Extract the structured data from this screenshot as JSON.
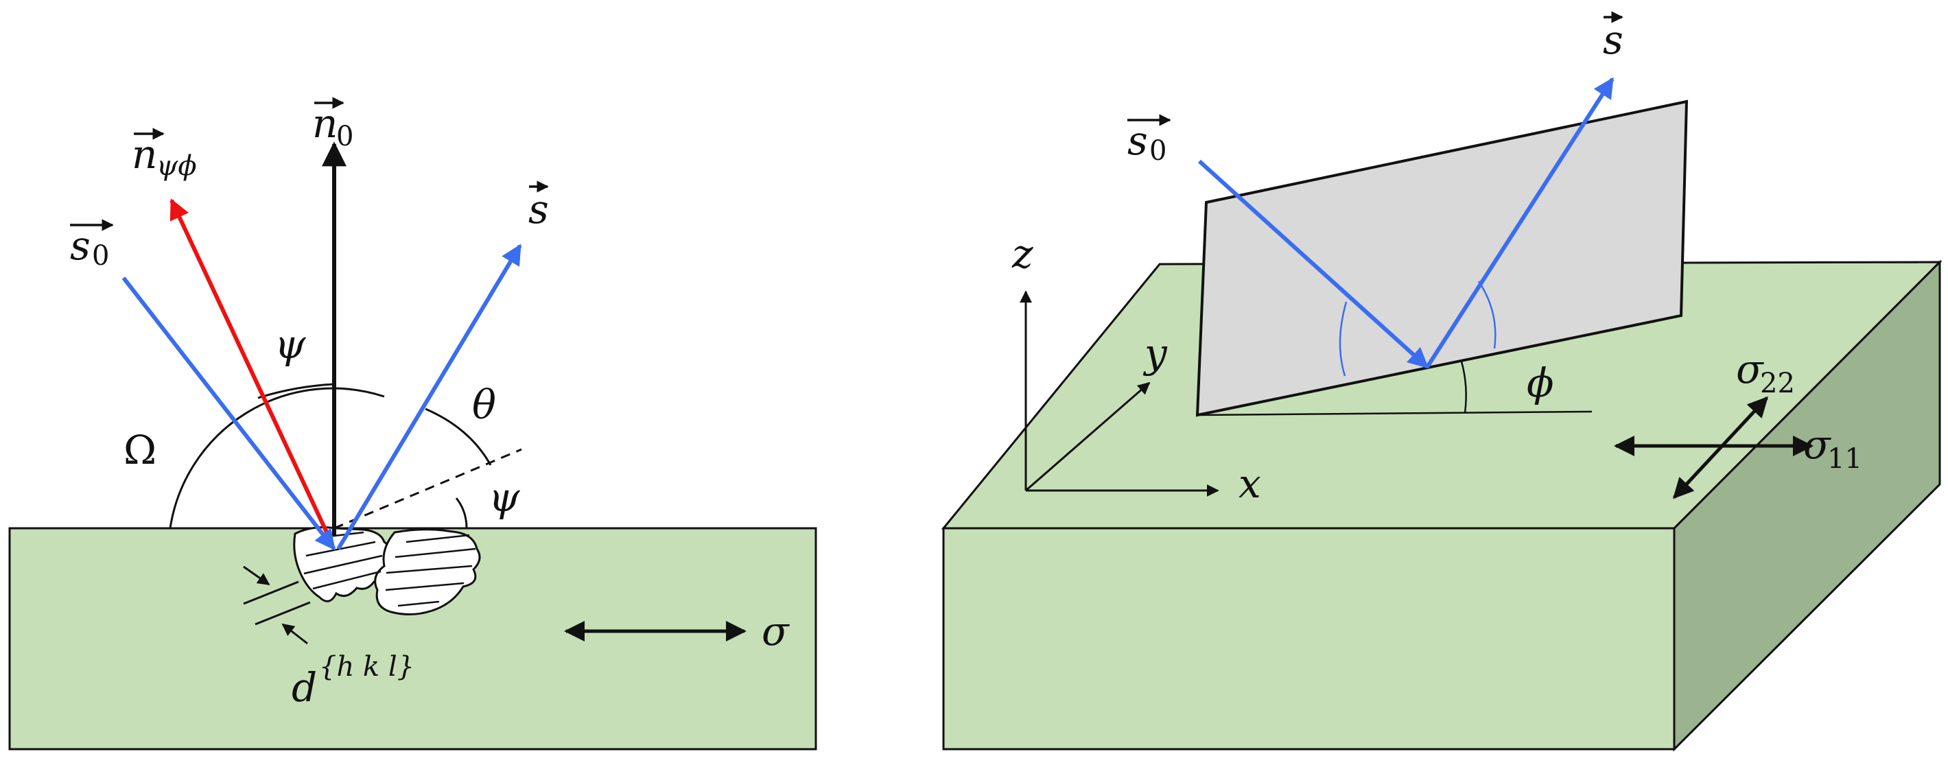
{
  "colors": {
    "sample_green": "#c6dfb7",
    "side_green": "#9bb38f",
    "plane_gray": "#d9d9d9",
    "beam_blue": "#3a6df0",
    "normal_red": "#ee1111",
    "ink": "#111111"
  },
  "left": {
    "n0": {
      "base": "n",
      "sub": "0"
    },
    "npsiphi": {
      "base": "n",
      "sub": "ψϕ"
    },
    "s0": {
      "base": "s",
      "sub": "0"
    },
    "s": "s",
    "psi_top": "ψ",
    "theta": "θ",
    "omega": "Ω",
    "psi_right": "ψ",
    "sigma": "σ",
    "d": {
      "base": "d",
      "sup": "{h k l}"
    }
  },
  "right": {
    "s0": {
      "base": "s",
      "sub": "0"
    },
    "s": "s",
    "z": "z",
    "y": "y",
    "x": "x",
    "phi": "ϕ",
    "sigma22": {
      "base": "σ",
      "sub": "22"
    },
    "sigma11": {
      "base": "σ",
      "sub": "11"
    }
  }
}
